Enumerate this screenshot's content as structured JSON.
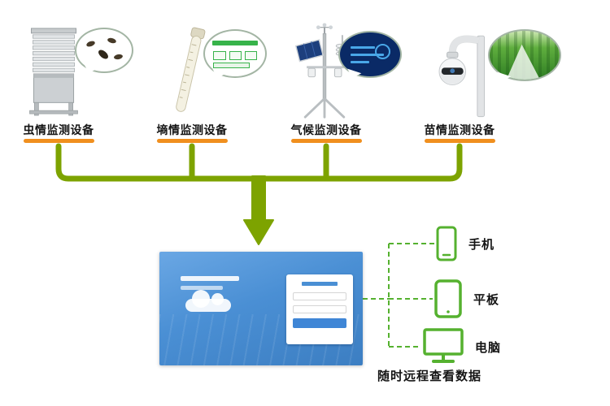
{
  "devices": [
    {
      "id": "insect",
      "label": "虫情监测设备",
      "icon": "insect-monitor-tower"
    },
    {
      "id": "soil-moisture",
      "label": "墒情监测设备",
      "icon": "soil-moisture-probe"
    },
    {
      "id": "climate",
      "label": "气候监测设备",
      "icon": "weather-station"
    },
    {
      "id": "seedling",
      "label": "苗情监测设备",
      "icon": "dome-camera"
    }
  ],
  "terminals": [
    {
      "id": "phone",
      "label": "手机",
      "icon": "phone-icon"
    },
    {
      "id": "tablet",
      "label": "平板",
      "icon": "tablet-icon"
    },
    {
      "id": "computer",
      "label": "电脑",
      "icon": "computer-icon"
    }
  ],
  "caption": "随时远程查看数据",
  "colors": {
    "connector_green": "#7da300",
    "terminal_green": "#55b12f",
    "label_underline": "#f08f1e",
    "platform_blue": "#4a8fd4"
  }
}
